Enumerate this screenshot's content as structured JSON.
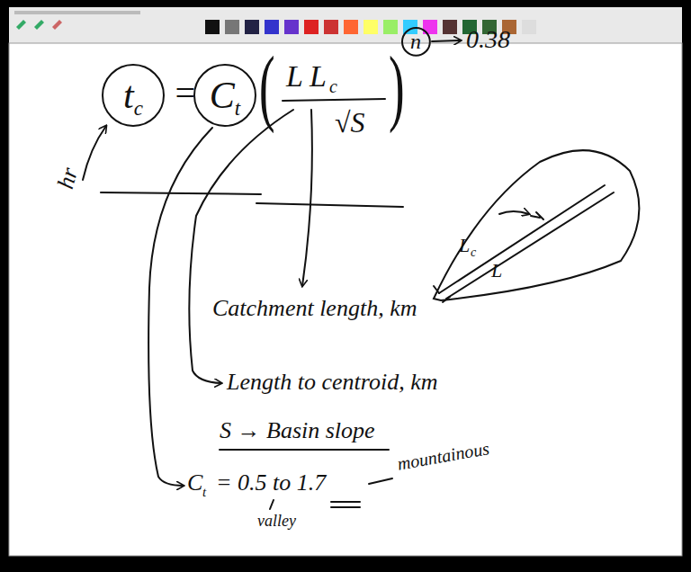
{
  "diagram": {
    "nodes": [
      {
        "text": [
          "t",
          "c"
        ]
      },
      {
        "text": [
          "C",
          "t"
        ]
      },
      {
        "text": [
          "n"
        ]
      }
    ],
    "labels": [
      "hr",
      "=",
      "(",
      "L",
      "L",
      "c",
      "√S",
      ")",
      "0.38",
      "L",
      "c",
      "L",
      "Catchment length, km",
      "Length to centroid, km",
      "S → Basin slope",
      "C",
      "t",
      "= 0.5 to 1.7",
      "valley",
      "mountainous"
    ]
  }
}
